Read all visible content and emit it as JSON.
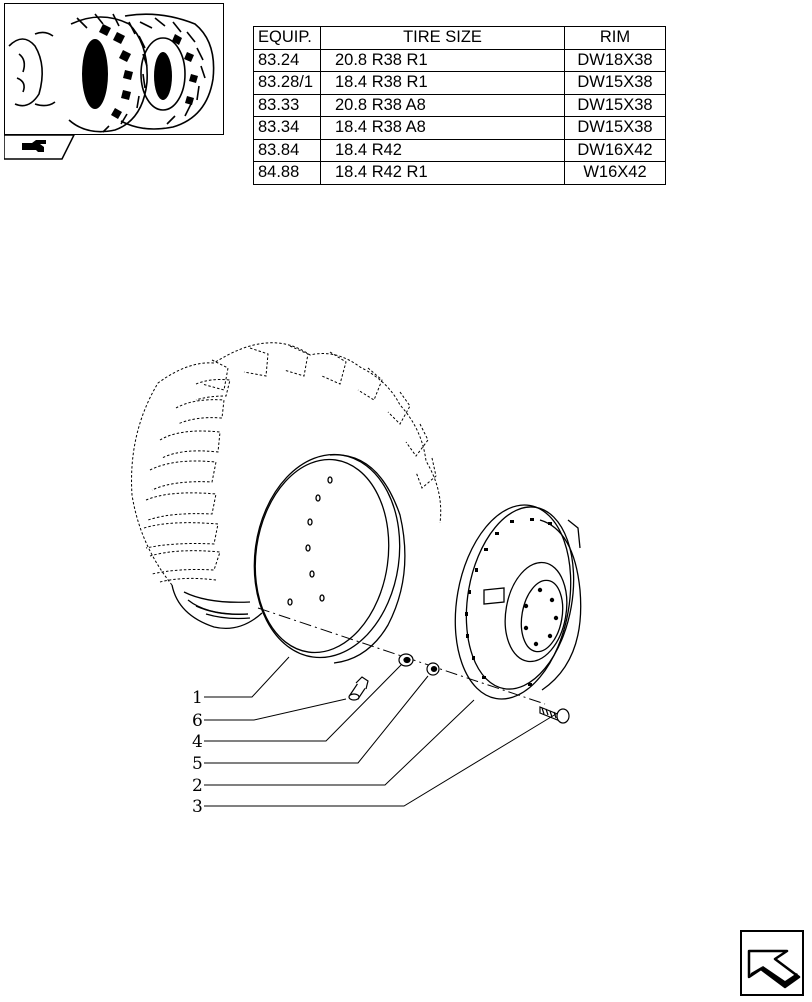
{
  "table": {
    "headers": [
      "EQUIP.",
      "TIRE SIZE",
      "RIM"
    ],
    "rows": [
      [
        "83.24",
        "20.8 R38 R1",
        "DW18X38"
      ],
      [
        "83.28/1",
        "18.4 R38 R1",
        "DW15X38"
      ],
      [
        "83.33",
        "20.8 R38 A8",
        "DW15X38"
      ],
      [
        "83.34",
        "18.4 R38 A8",
        "DW15X38"
      ],
      [
        "83.84",
        "18.4 R42",
        "DW16X42"
      ],
      [
        "84.88",
        "18.4 R42 R1",
        "W16X42"
      ]
    ]
  },
  "callouts": [
    "1",
    "6",
    "4",
    "5",
    "2",
    "3"
  ],
  "icons": {
    "thumbnail": "tire-thumbnail-icon",
    "tab": "hand-pointer-icon",
    "nav": "next-page-arrow-icon"
  }
}
